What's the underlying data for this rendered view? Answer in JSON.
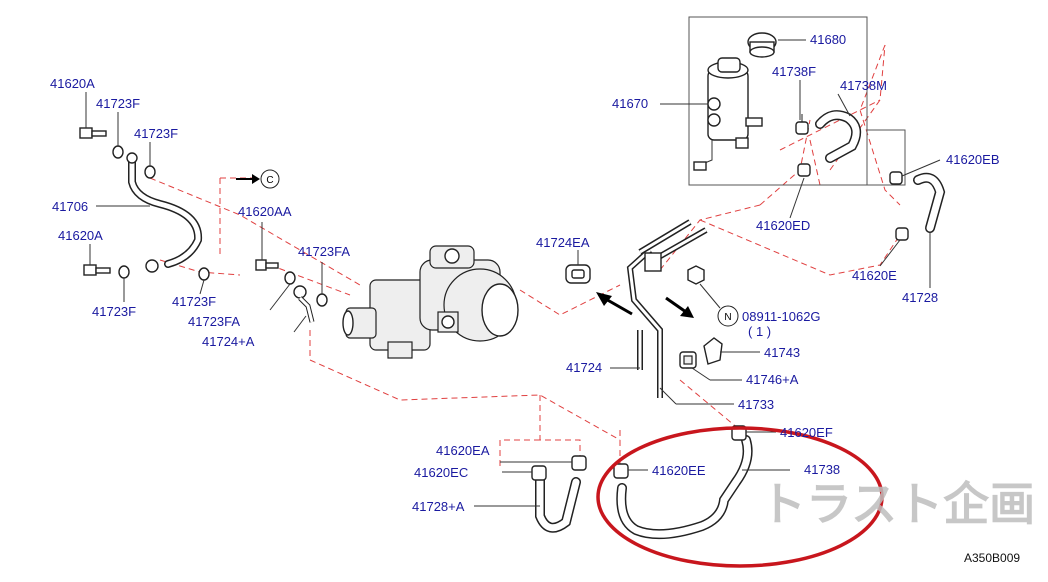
{
  "labels": {
    "l41620A_top": "41620A",
    "l41723F_a": "41723F",
    "l41723F_b": "41723F",
    "l41706": "41706",
    "l41620A_mid": "41620A",
    "l41723F_c": "41723F",
    "l41723F_d": "41723F",
    "l41620AA": "41620AA",
    "l41723FA_a": "41723FA",
    "l41723FA_b": "41723FA",
    "l41724A": "41724+A",
    "l41680": "41680",
    "l41738F": "41738F",
    "l41738M": "41738M",
    "l41670": "41670",
    "l41620EB": "41620EB",
    "l41620ED": "41620ED",
    "l41620E": "41620E",
    "l41728": "41728",
    "l41724EA": "41724EA",
    "l08911": "08911-1062G",
    "l08911_qty": "( 1 )",
    "l41743": "41743",
    "l41746A": "41746+A",
    "l41724": "41724",
    "l41733": "41733",
    "l41620EF": "41620EF",
    "l41620EA": "41620EA",
    "l41620EC": "41620EC",
    "l41620EE": "41620EE",
    "l41738": "41738",
    "l41728A": "41728+A"
  },
  "markers": {
    "c_marker": "C",
    "n_marker": "N"
  },
  "diagram_code": "A350B009",
  "watermark": "トラスト企画",
  "colors": {
    "label": "#1a1aa0",
    "dash": "#e04040",
    "highlight": "#c8161d"
  }
}
